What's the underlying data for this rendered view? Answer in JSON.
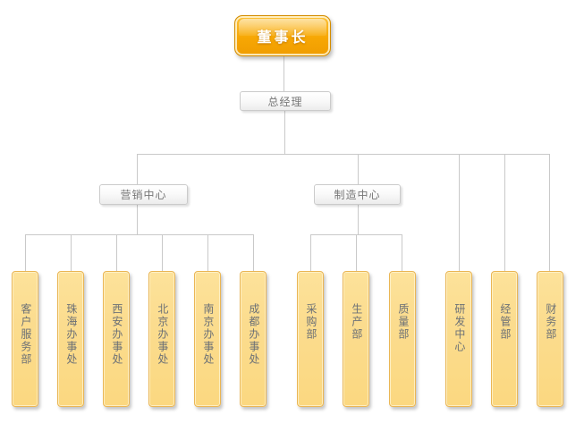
{
  "org_chart": {
    "type": "organization-chart",
    "chairman": "董事长",
    "general_manager": "总经理",
    "marketing_center": {
      "label": "营销中心",
      "children": [
        "客户服务部",
        "珠海办事处",
        "西安办事处",
        "北京办事处",
        "南京办事处",
        "成都办事处"
      ]
    },
    "manufacturing_center": {
      "label": "制造中心",
      "children": [
        "采购部",
        "生产部",
        "质量部"
      ]
    },
    "direct_departments": [
      "研发中心",
      "经管部",
      "财务部"
    ]
  },
  "colors": {
    "background": "#ffffff",
    "root_gradient_top": "#fcc23a",
    "root_gradient_bottom": "#f09d00",
    "root_border": "#d38c00",
    "root_text": "#ffffff",
    "node_border": "#cbcbcb",
    "node_fill": "#f5f5f5",
    "node_text": "#777777",
    "leaf_border": "#eab655",
    "leaf_fill": "#fbdc8e",
    "leaf_text": "#6b7076",
    "connector": "#c9c9c9"
  }
}
